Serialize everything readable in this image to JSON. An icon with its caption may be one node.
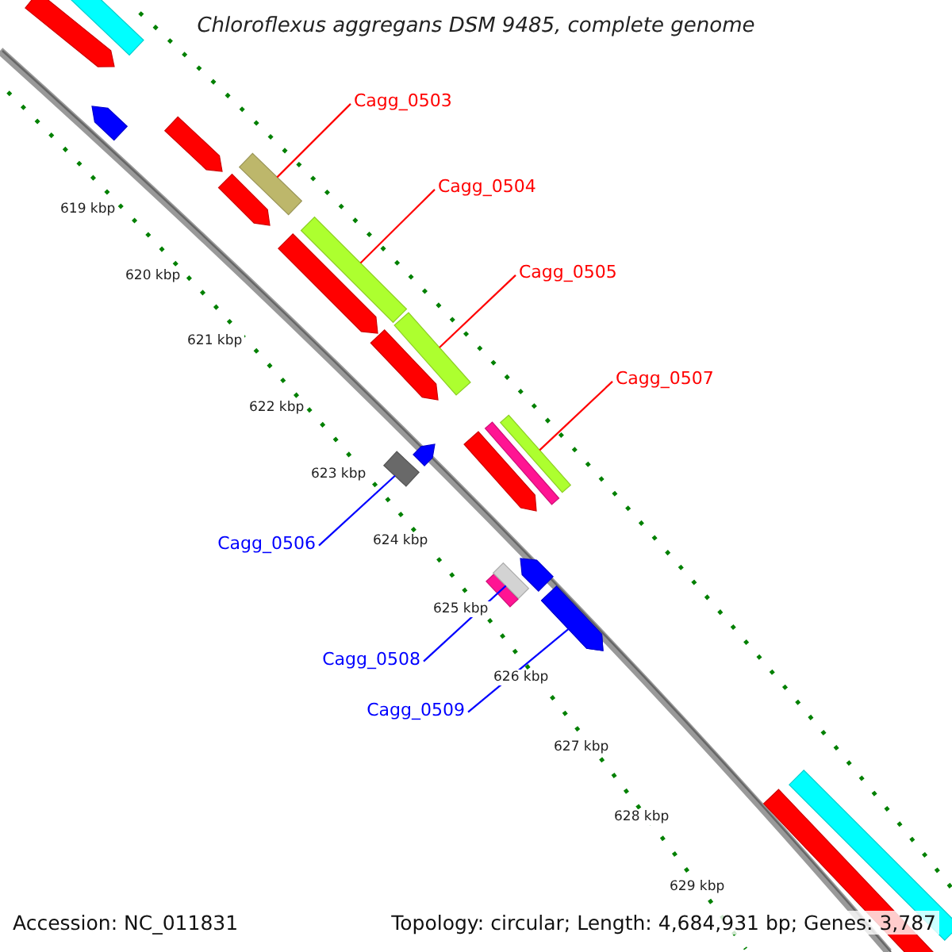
{
  "diagram": {
    "title": "Chloroflexus aggregans DSM 9485, complete genome",
    "nodes": [
      {
        "text": [
          "Cagg_0503"
        ]
      },
      {
        "text": [],
        "shape": "bar"
      },
      {
        "text": [
          "Cagg_0504"
        ]
      },
      {
        "text": [],
        "shape": "bar"
      },
      {
        "text": [
          "Cagg_0505"
        ]
      },
      {
        "text": [],
        "shape": "bar"
      },
      {
        "text": [
          "Cagg_0507"
        ]
      },
      {
        "text": [],
        "shape": "bar"
      },
      {
        "text": [
          "Cagg_0506"
        ]
      },
      {
        "text": [],
        "shape": "bar"
      },
      {
        "text": [
          "Cagg_0508"
        ]
      },
      {
        "text": [],
        "shape": "bar"
      },
      {
        "text": [
          "Cagg_0509"
        ]
      },
      {
        "text": [],
        "shape": "arrow"
      }
    ],
    "edges": [
      {
        "from": 0,
        "to": 1,
        "arrow": "none"
      },
      {
        "from": 2,
        "to": 3,
        "arrow": "none"
      },
      {
        "from": 4,
        "to": 5,
        "arrow": "none"
      },
      {
        "from": 6,
        "to": 7,
        "arrow": "none"
      },
      {
        "from": 8,
        "to": 9,
        "arrow": "none",
        "color": "#0000ff"
      },
      {
        "from": 10,
        "to": 11,
        "arrow": "none",
        "color": "#0000ff"
      },
      {
        "from": 12,
        "to": 13,
        "arrow": "none",
        "color": "#0000ff"
      }
    ],
    "labels": [
      "619 kbp",
      "620 kbp",
      "621 kbp",
      "622 kbp",
      "623 kbp",
      "624 kbp",
      "625 kbp",
      "626 kbp",
      "627 kbp",
      "628 kbp",
      "629 kbp",
      "Accession: NC_011831",
      "Topology: circular; Length: 4,684,931 bp; Genes: 3,787"
    ]
  }
}
